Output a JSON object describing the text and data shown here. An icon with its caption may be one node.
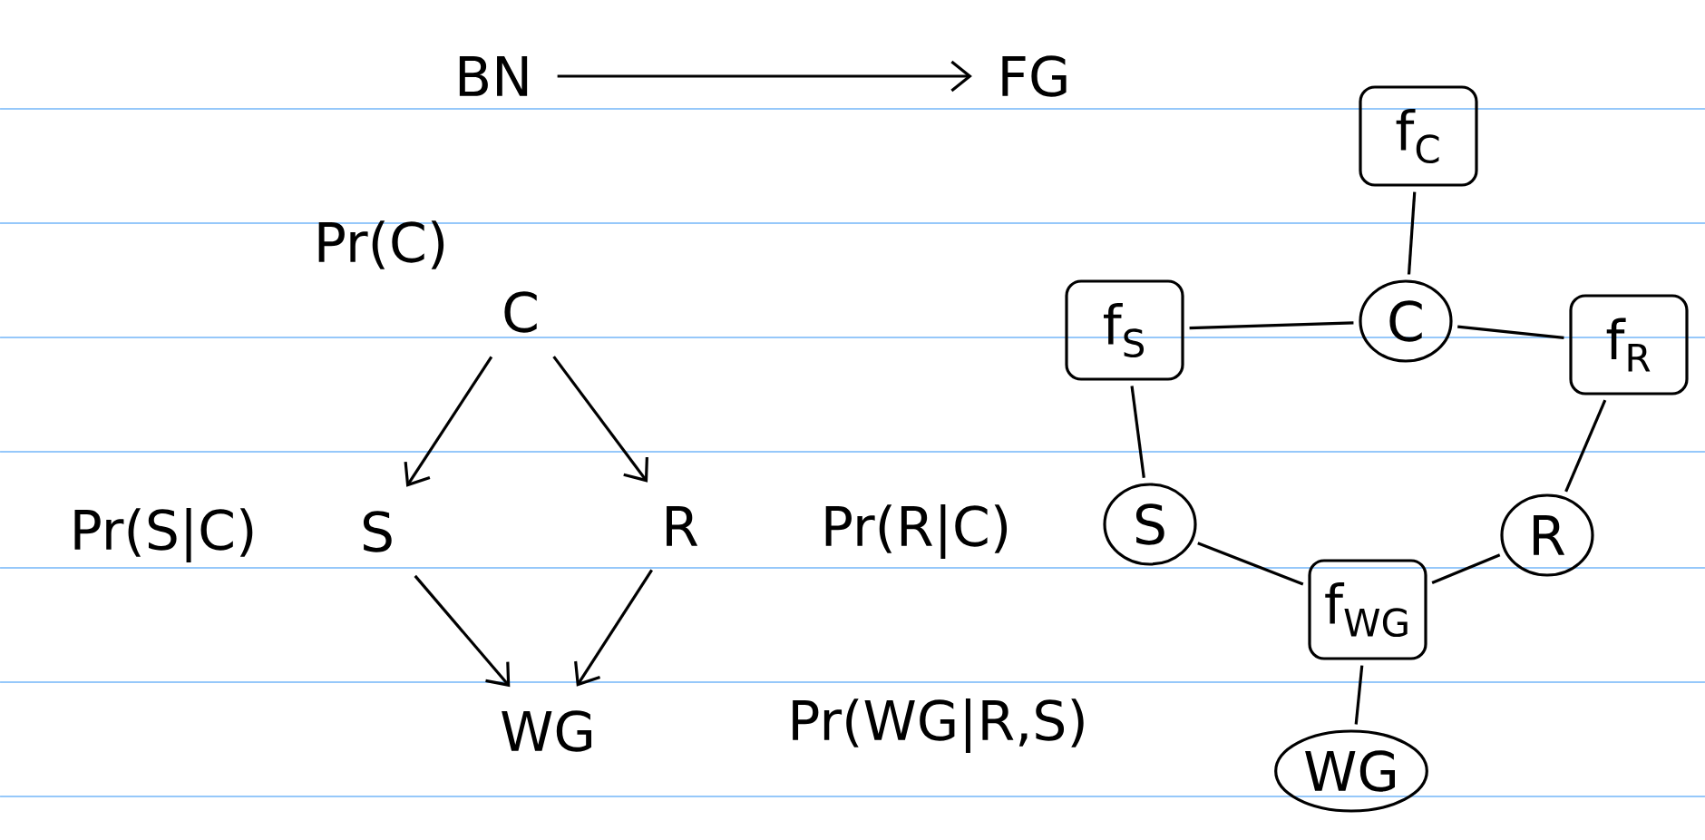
{
  "diagram": {
    "nodes": [
      {
        "text": [
          "BN"
        ]
      },
      {
        "text": [
          "FG"
        ]
      },
      {
        "text": [
          "C"
        ],
        "beside": [
          "Pr(C)"
        ]
      },
      {
        "text": [
          "S"
        ],
        "beside": [
          "Pr(S|C)"
        ]
      },
      {
        "text": [
          "R"
        ],
        "beside": [
          "Pr(R|C)"
        ]
      },
      {
        "text": [
          "WG"
        ],
        "beside": [
          "Pr(WG|R,S)"
        ]
      },
      {
        "text": [
          "f$_{C}$"
        ]
      },
      {
        "text": [
          "C"
        ]
      },
      {
        "text": [
          "f$_{S}$"
        ]
      },
      {
        "text": [
          "f$_{R}$"
        ]
      },
      {
        "text": [
          "S"
        ]
      },
      {
        "text": [
          "R"
        ]
      },
      {
        "text": [
          "f$_{WG}$"
        ]
      },
      {
        "text": [
          "WG"
        ]
      }
    ],
    "edges": [
      {
        "from": 0,
        "to": 1,
        "arrow": "to"
      },
      {
        "from": 2,
        "to": 3,
        "arrow": "to"
      },
      {
        "from": 2,
        "to": 4,
        "arrow": "to"
      },
      {
        "from": 3,
        "to": 5,
        "arrow": "to"
      },
      {
        "from": 4,
        "to": 5,
        "arrow": "to"
      },
      {
        "from": 6,
        "to": 7,
        "arrow": "none"
      },
      {
        "from": 8,
        "to": 7,
        "arrow": "none"
      },
      {
        "from": 7,
        "to": 9,
        "arrow": "none"
      },
      {
        "from": 8,
        "to": 10,
        "arrow": "none"
      },
      {
        "from": 9,
        "to": 11,
        "arrow": "none"
      },
      {
        "from": 10,
        "to": 12,
        "arrow": "none"
      },
      {
        "from": 11,
        "to": 12,
        "arrow": "none"
      },
      {
        "from": 12,
        "to": 13,
        "arrow": "none"
      }
    ]
  }
}
